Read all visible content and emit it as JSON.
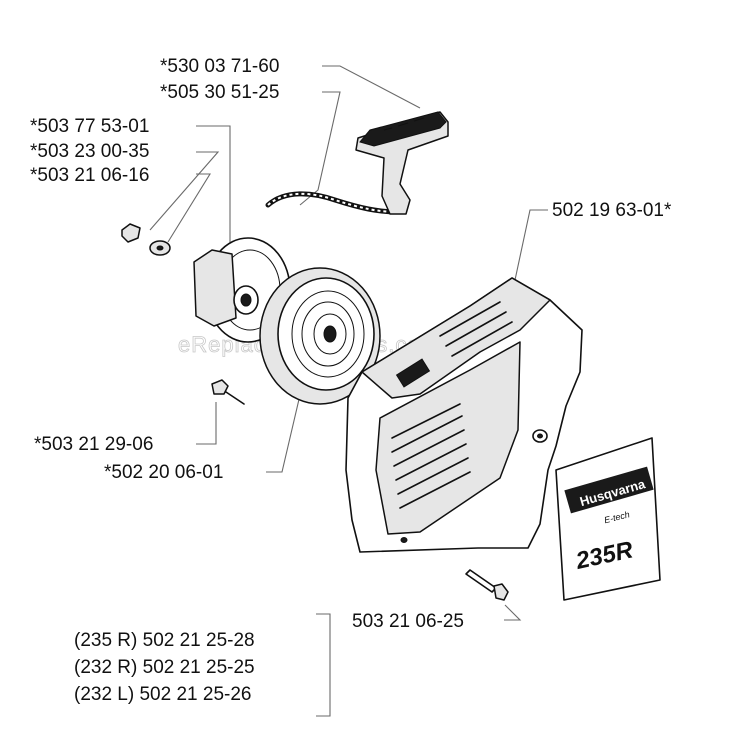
{
  "labels": {
    "handle_a": "*530 03 71-60",
    "handle_b": "*505 30 51-25",
    "pulley_a": "*503 77 53-01",
    "pulley_b": "*503 23 00-35",
    "pulley_c": "*503 21 06-16",
    "cover": "502 19 63-01*",
    "screw_small": "*503 21 29-06",
    "spring": "*502 20 06-01",
    "screw_cover": "503 21 06-25",
    "decal_235r": "(235 R) 502 21 25-28",
    "decal_232r": "(232 R) 502 21 25-25",
    "decal_232l": "(232 L) 502 21 25-26"
  },
  "watermark": "eReplacementParts.com",
  "decal": {
    "brand": "Husqvarna",
    "subbrand": "E-tech",
    "model": "235R"
  }
}
